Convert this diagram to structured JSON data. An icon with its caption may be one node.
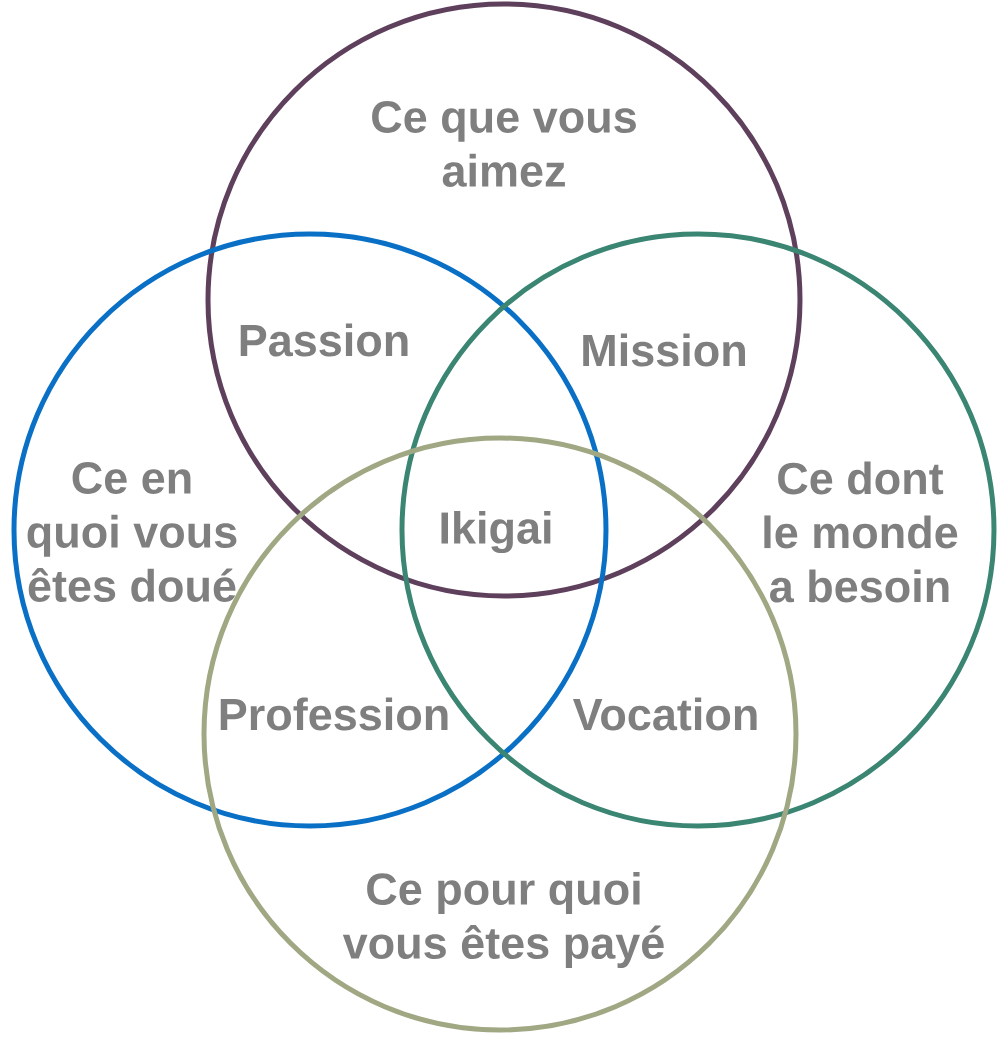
{
  "diagram": {
    "nodes": [
      {
        "text": [
          "Ce que vous aimez"
        ]
      },
      {
        "text": [
          "Ce en quoi vous êtes doué"
        ]
      },
      {
        "text": [
          "Ce dont le monde a besoin"
        ]
      },
      {
        "text": [
          "Ce pour quoi vous êtes payé"
        ]
      }
    ],
    "labels": [
      "Passion",
      "Mission",
      "Ikigai",
      "Profession",
      "Vocation"
    ]
  }
}
